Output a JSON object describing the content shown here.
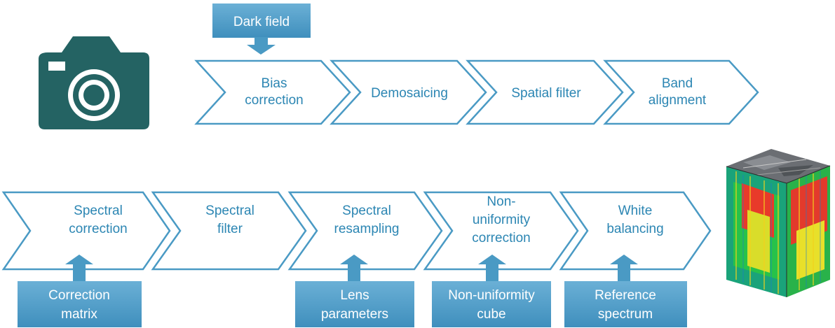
{
  "colors": {
    "chevron_stroke": "#4a9ac4",
    "stage_text": "#2c86b3",
    "input_box": "#4a9ac4",
    "camera": "#246363"
  },
  "camera": {
    "icon": "camera-icon"
  },
  "cube": {
    "icon": "hyperspectral-cube-image"
  },
  "top_input": {
    "label": "Dark field"
  },
  "row1": [
    {
      "lines": [
        "Bias",
        "correction"
      ]
    },
    {
      "lines": [
        "Demosaicing"
      ]
    },
    {
      "lines": [
        "Spatial filter"
      ]
    },
    {
      "lines": [
        "Band",
        "alignment"
      ]
    }
  ],
  "row2": [
    {
      "lines": [
        "Spectral",
        "correction"
      ]
    },
    {
      "lines": [
        "Spectral",
        "filter"
      ]
    },
    {
      "lines": [
        "Spectral",
        "resampling"
      ]
    },
    {
      "lines": [
        "Non-",
        "uniformity",
        "correction"
      ]
    },
    {
      "lines": [
        "White",
        "balancing"
      ]
    }
  ],
  "bottom_inputs": [
    {
      "lines": [
        "Correction",
        "matrix"
      ]
    },
    {
      "lines": [
        "Lens",
        "parameters"
      ]
    },
    {
      "lines": [
        "Non-uniformity",
        "cube"
      ]
    },
    {
      "lines": [
        "Reference",
        "spectrum"
      ]
    }
  ]
}
